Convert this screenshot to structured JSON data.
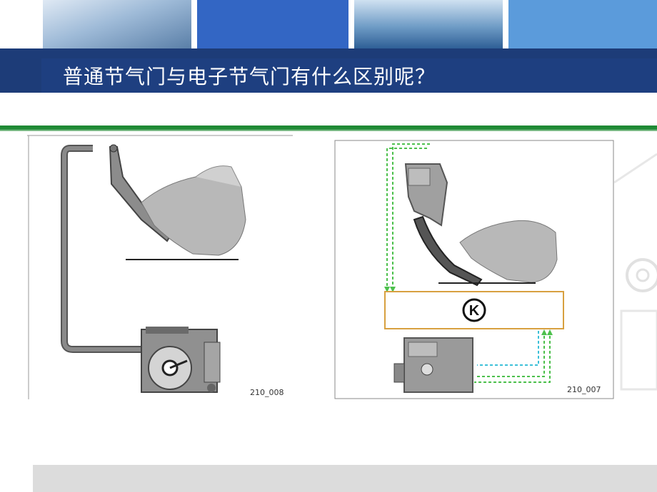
{
  "slide": {
    "title": "普通节气门与电子节气门有什么区别呢？"
  },
  "figures": {
    "left": {
      "label": "210_008"
    },
    "right": {
      "label": "210_007",
      "ecu_symbol": "K"
    }
  },
  "colors": {
    "title_bar": "#1d3c78",
    "divider": "#1f8a35",
    "signal_green": "#4cc04c",
    "signal_cyan": "#3cc0d8",
    "ecu_border": "#d8a040"
  }
}
